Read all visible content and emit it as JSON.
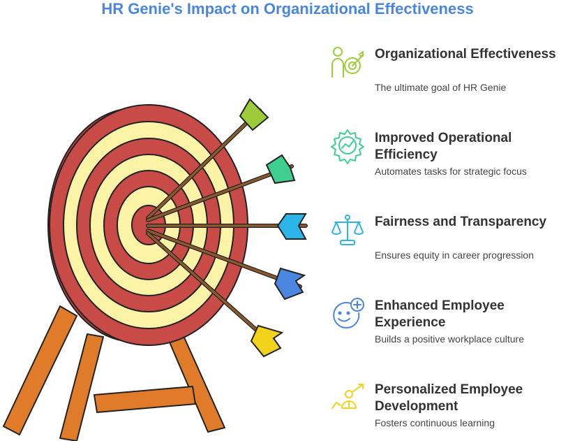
{
  "title": "HR Genie's Impact on Organizational Effectiveness",
  "items": [
    {
      "heading": "Organizational Effectiveness",
      "desc": "The ultimate goal of HR Genie",
      "icon": "target-person-icon",
      "color": "#9ccc3a"
    },
    {
      "heading": "Improved Operational Efficiency",
      "desc": "Automates tasks for strategic focus",
      "icon": "gear-chart-icon",
      "color": "#3ecf8e"
    },
    {
      "heading": "Fairness and Transparency",
      "desc": "Ensures equity in career progression",
      "icon": "scales-icon",
      "color": "#2bb5e8"
    },
    {
      "heading": "Enhanced Employee Experience",
      "desc": "Builds a positive workplace culture",
      "icon": "smiley-plus-icon",
      "color": "#4a86e0"
    },
    {
      "heading": "Personalized Employee Development",
      "desc": "Fosters continuous learning",
      "icon": "person-growth-icon",
      "color": "#f2d21b"
    }
  ],
  "colors": {
    "title": "#4a86e0",
    "ring_red": "#c84b48",
    "ring_cream": "#fbf3a6",
    "stand": "#e07b2a",
    "shaft": "#8b5a2b"
  }
}
